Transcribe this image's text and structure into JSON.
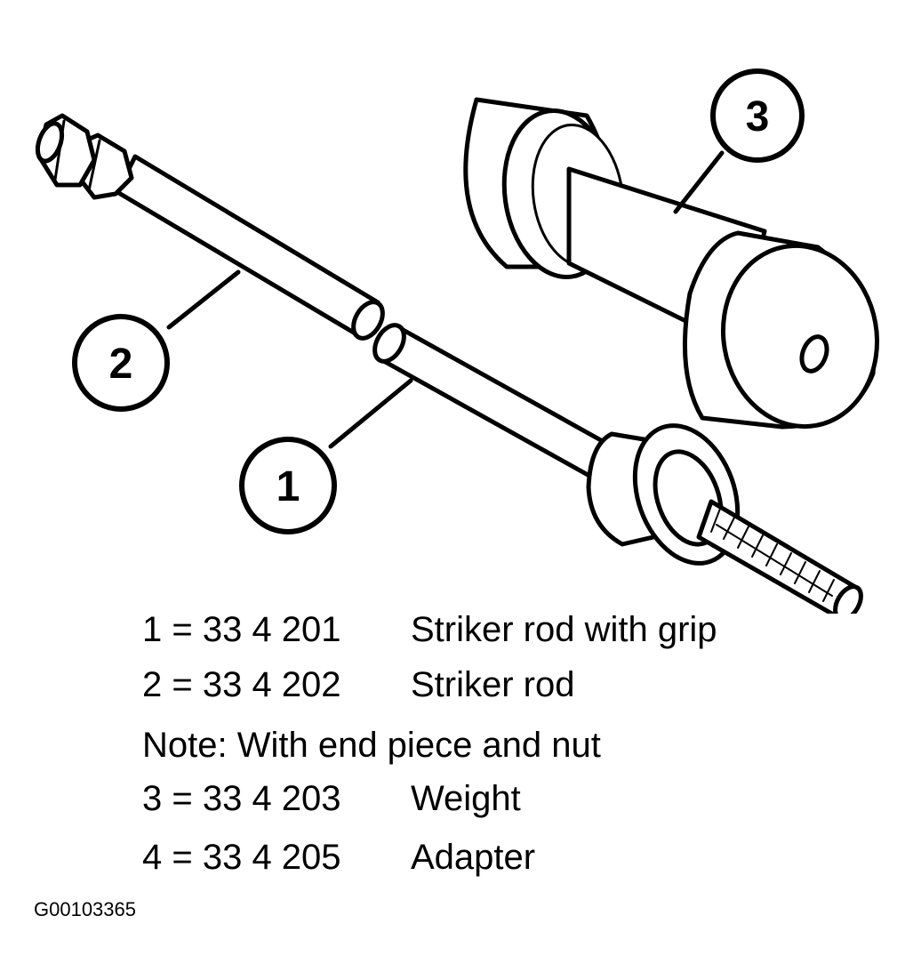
{
  "callouts": [
    {
      "id": "callout-1",
      "label": "1"
    },
    {
      "id": "callout-2",
      "label": "2"
    },
    {
      "id": "callout-3",
      "label": "3"
    }
  ],
  "legend": [
    {
      "code": "1 = 33 4 201",
      "desc": "Striker rod with grip"
    },
    {
      "code": "2 = 33 4 202",
      "desc": "Striker rod"
    },
    {
      "note": "Note: With end piece and nut"
    },
    {
      "code": "3 = 33 4 203",
      "desc": "Weight"
    },
    {
      "code": "4 = 33 4 205",
      "desc": "Adapter"
    }
  ],
  "figure_id": "G00103365",
  "icons": [
    "striker-rod-with-grip-icon",
    "striker-rod-icon",
    "weight-icon"
  ]
}
